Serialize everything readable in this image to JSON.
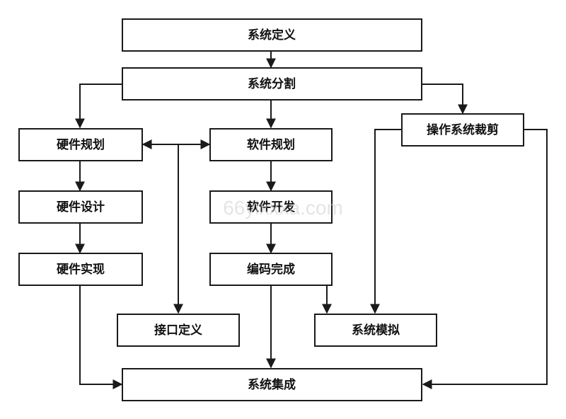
{
  "diagram": {
    "nodes": {
      "system_definition": "系统定义",
      "system_partition": "系统分割",
      "hardware_planning": "硬件规划",
      "software_planning": "软件规划",
      "os_tailoring": "操作系统裁剪",
      "hardware_design": "硬件设计",
      "software_development": "软件开发",
      "hardware_implementation": "硬件实现",
      "coding_complete": "编码完成",
      "interface_definition": "接口定义",
      "system_simulation": "系统模拟",
      "system_integration": "系统集成"
    },
    "watermark": "66yixxxa.com"
  }
}
